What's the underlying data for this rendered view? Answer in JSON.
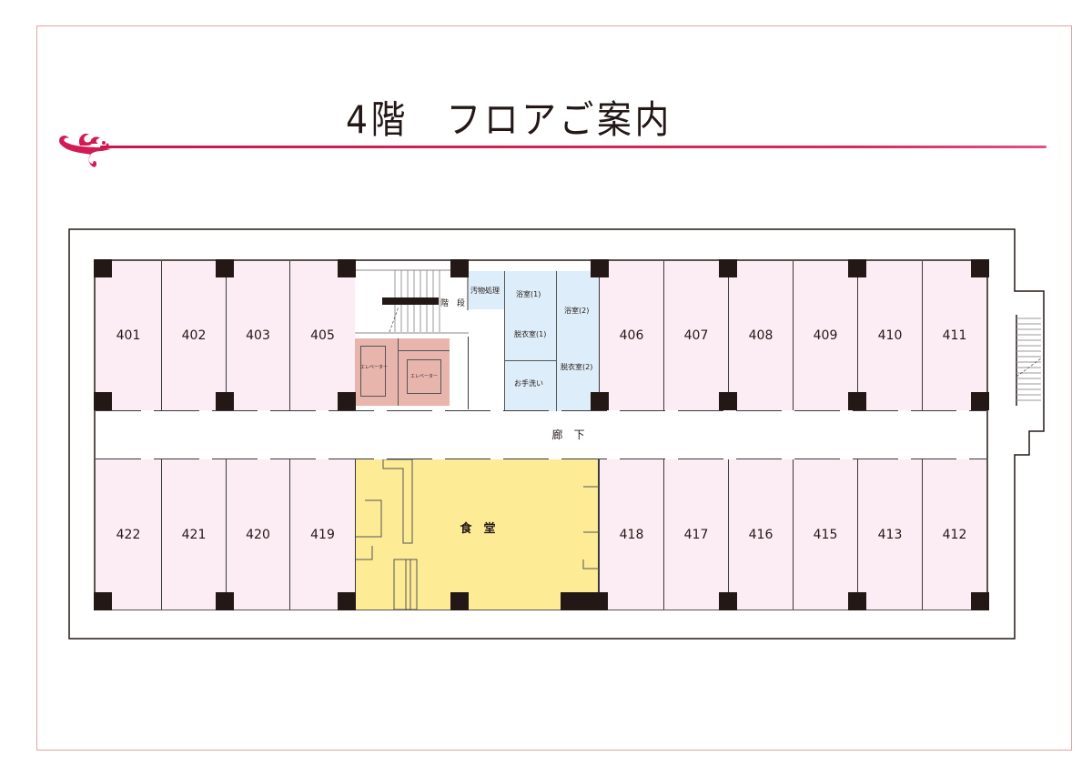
{
  "title": "4階　フロアご案内",
  "colors": {
    "accent": "#d21b55",
    "room_fill": "#fcecf4",
    "utility_fill": "#ddeefa",
    "elevator_fill": "#e8b5ad",
    "dining_fill": "#fdeb95",
    "pillar": "#231815"
  },
  "floor": {
    "top_rooms": [
      "401",
      "402",
      "403",
      "405",
      "406",
      "407",
      "408",
      "409",
      "410",
      "411"
    ],
    "bottom_rooms": [
      "422",
      "421",
      "420",
      "419",
      "418",
      "417",
      "416",
      "415",
      "413",
      "412"
    ],
    "corridor": "廊　下",
    "stairs": "階　段",
    "elevator_1": "エレベーター",
    "elevator_2": "エレベーター",
    "dirty_utility": "汚物処理",
    "bath_1": "浴室(1)",
    "bath_2": "浴室(2)",
    "changing_1": "脱衣室(1)",
    "changing_2": "脱衣室(2)",
    "washroom": "お手洗い",
    "dining": "食　堂"
  }
}
